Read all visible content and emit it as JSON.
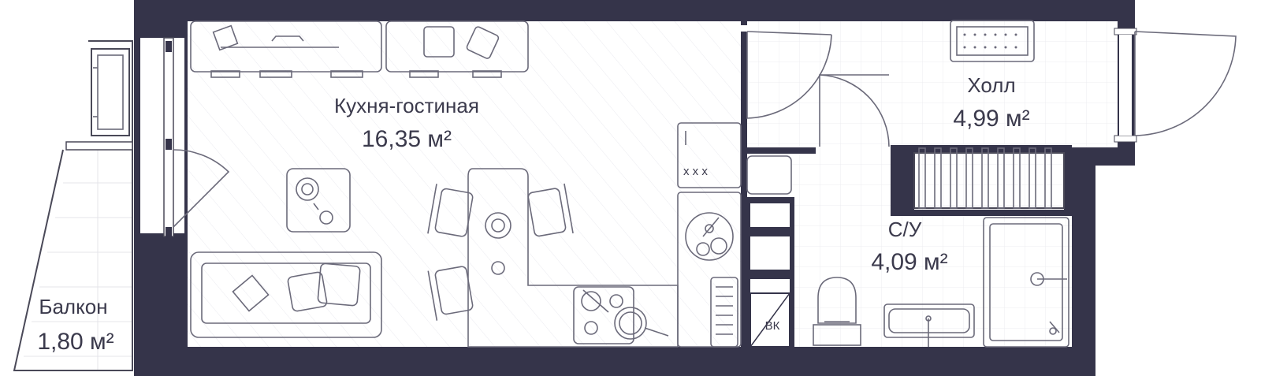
{
  "plan": {
    "colors": {
      "wall": "#35344a",
      "floor": "#ffffff",
      "floor_lines": "#e4e4ea",
      "furniture": "#6b6a7a",
      "text": "#3b3a4c"
    },
    "rooms": [
      {
        "id": "kitchen-living",
        "name": "Кухня-гостиная",
        "area": "16,35 м²"
      },
      {
        "id": "hall",
        "name": "Холл",
        "area": "4,99 м²"
      },
      {
        "id": "bathroom",
        "name": "С/У",
        "area": "4,09 м²"
      },
      {
        "id": "balcony",
        "name": "Балкон",
        "area": "1,80 м²"
      }
    ],
    "markers": {
      "vk": "ВК"
    }
  }
}
